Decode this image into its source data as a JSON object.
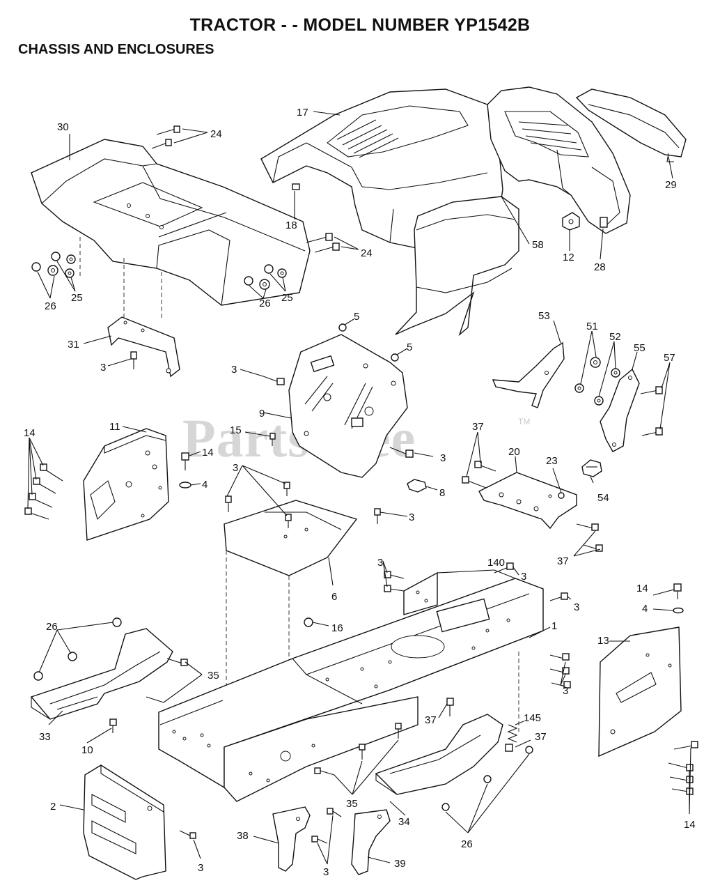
{
  "title": "TRACTOR - - MODEL NUMBER YP1542B",
  "subtitle": "CHASSIS AND ENCLOSURES",
  "watermark": "PartsTree",
  "watermark_tm": "TM",
  "callouts": [
    "30",
    "24",
    "17",
    "29",
    "18",
    "24",
    "58",
    "12",
    "28",
    "26",
    "25",
    "26",
    "25",
    "5",
    "31",
    "3",
    "5",
    "53",
    "51",
    "52",
    "55",
    "57",
    "3",
    "9",
    "14",
    "11",
    "15",
    "14",
    "4",
    "3",
    "37",
    "20",
    "23",
    "3",
    "8",
    "54",
    "3",
    "6",
    "37",
    "3",
    "140",
    "3",
    "3",
    "1",
    "14",
    "4",
    "26",
    "16",
    "35",
    "13",
    "33",
    "10",
    "37",
    "145",
    "37",
    "3",
    "35",
    "2",
    "34",
    "26",
    "14",
    "38",
    "3",
    "39",
    "3"
  ]
}
